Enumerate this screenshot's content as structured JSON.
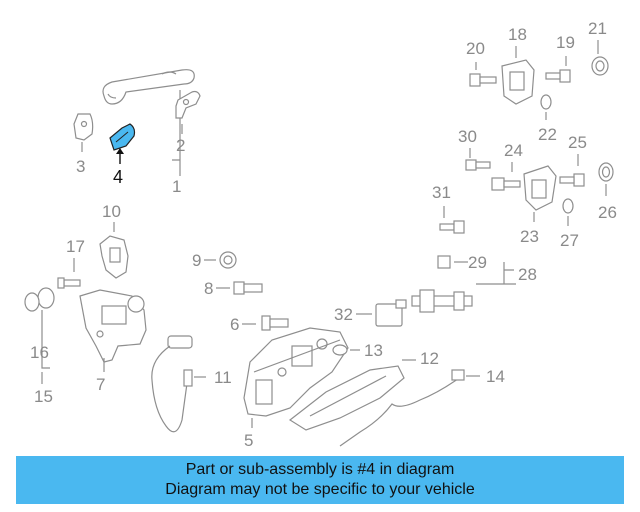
{
  "diagram": {
    "highlight_color": "#4ab8f0",
    "labels": {
      "p1": "1",
      "p2": "2",
      "p3": "3",
      "p4": "4",
      "p5": "5",
      "p6": "6",
      "p7": "7",
      "p8": "8",
      "p9": "9",
      "p10": "10",
      "p11": "11",
      "p12": "12",
      "p13": "13",
      "p14": "14",
      "p15": "15",
      "p16": "16",
      "p17": "17",
      "p18": "18",
      "p19": "19",
      "p20": "20",
      "p21": "21",
      "p22": "22",
      "p23": "23",
      "p24": "24",
      "p25": "25",
      "p26": "26",
      "p27": "27",
      "p28": "28",
      "p29": "29",
      "p30": "30",
      "p31": "31",
      "p32": "32"
    }
  },
  "banner": {
    "line1": "Part or sub-assembly is #4 in diagram",
    "line2": "Diagram may not be specific to your vehicle",
    "color": "#4ab8f0"
  }
}
